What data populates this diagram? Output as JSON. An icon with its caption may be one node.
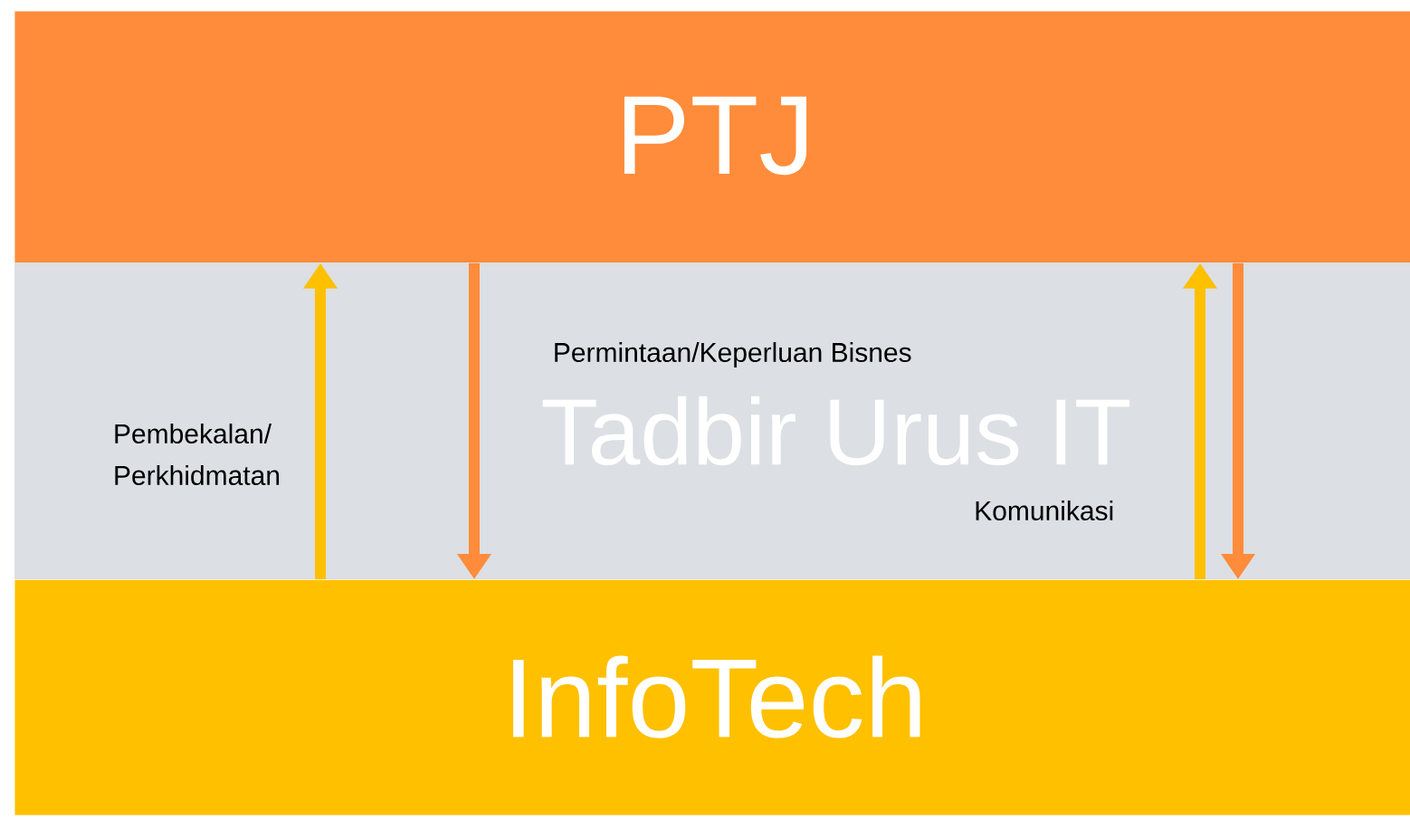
{
  "diagram": {
    "nodes": [
      {
        "text": [
          "PTJ"
        ]
      },
      {
        "text": [
          "Tadbir Urus IT"
        ]
      },
      {
        "text": [
          "InfoTech"
        ]
      }
    ],
    "edges": [
      {
        "from": 2,
        "to": 0,
        "arrow": "to",
        "label": "Pembekalan/ Perkhidmatan",
        "color": "#ffc000"
      },
      {
        "from": 0,
        "to": 2,
        "arrow": "to",
        "label": "Permintaan/Keperluan Bisnes",
        "color": "#ff8c3a"
      },
      {
        "from": 2,
        "to": 0,
        "arrow": "to",
        "label": "Komunikasi",
        "color": "#ffc000"
      },
      {
        "from": 0,
        "to": 2,
        "arrow": "to",
        "color": "#ff8c3a"
      }
    ]
  }
}
